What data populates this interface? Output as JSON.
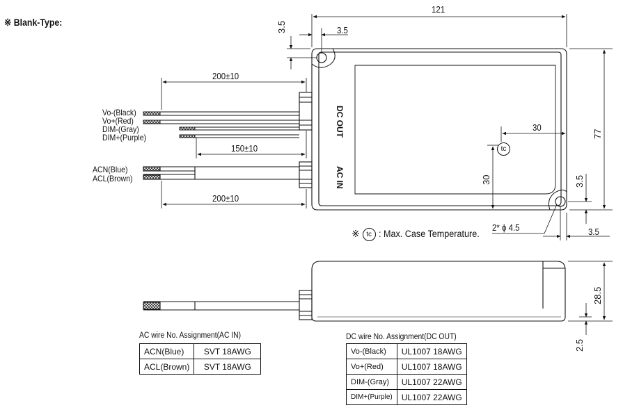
{
  "heading": "※ Blank-Type:",
  "dimensions": {
    "length": "121",
    "width": "77",
    "height": "28.5",
    "hole_offset_top": "3.5",
    "hole_offset_left": "3.5",
    "hole_offset_right": "3.5",
    "hole_offset_bottom": "3.5",
    "tc_x": "30",
    "tc_y": "30",
    "base": "2.5",
    "hole_spec": "2* ϕ 4.5",
    "wire_dc_long": "200±10",
    "wire_dc_short": "150±10",
    "wire_ac": "200±10"
  },
  "ports": {
    "dc": "DC OUT",
    "ac": "AC IN"
  },
  "wire_labels": [
    "Vo-(Black)",
    "Vo+(Red)",
    "DIM-(Gray)",
    "DIM+(Purple)",
    "ACN(Blue)",
    "ACL(Brown)"
  ],
  "tc_symbol": "tc",
  "tc_note_prefix": "※",
  "tc_note_text": ": Max. Case Temperature.",
  "ac_table": {
    "caption": "AC wire No. Assignment(AC IN)",
    "rows": [
      [
        "ACN(Blue)",
        "SVT 18AWG"
      ],
      [
        "ACL(Brown)",
        "SVT 18AWG"
      ]
    ]
  },
  "dc_table": {
    "caption": "DC wire No. Assignment(DC OUT)",
    "rows": [
      [
        "Vo-(Black)",
        "UL1007 18AWG"
      ],
      [
        "Vo+(Red)",
        "UL1007 18AWG"
      ],
      [
        "DIM-(Gray)",
        "UL1007 22AWG"
      ],
      [
        "DIM+(Purple)",
        "UL1007 22AWG"
      ]
    ]
  }
}
